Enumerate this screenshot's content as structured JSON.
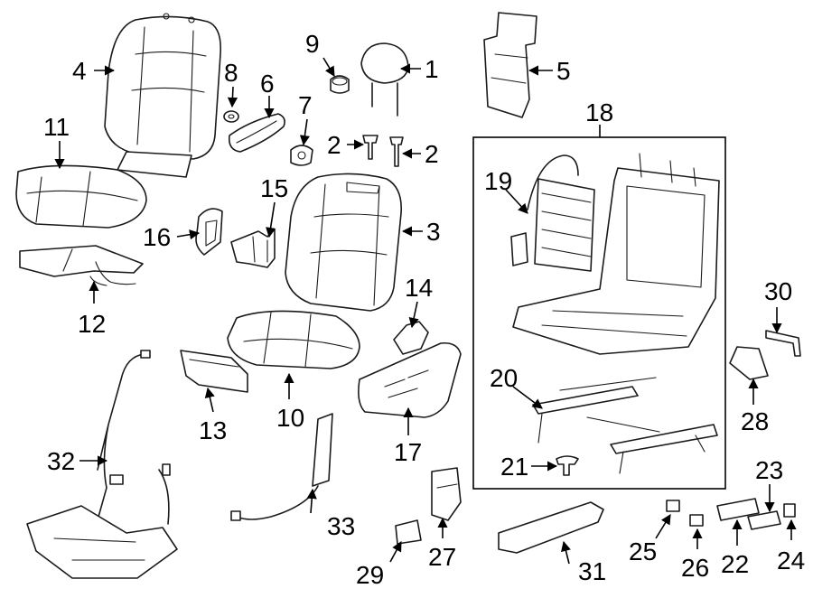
{
  "diagram": {
    "callouts": [
      "1",
      "2",
      "2",
      "3",
      "4",
      "5",
      "6",
      "7",
      "8",
      "9",
      "10",
      "11",
      "12",
      "13",
      "14",
      "15",
      "16",
      "17",
      "18",
      "19",
      "20",
      "21",
      "22",
      "23",
      "24",
      "25",
      "26",
      "27",
      "28",
      "29",
      "30",
      "31",
      "32",
      "33"
    ],
    "colors": {
      "line": "#1a1a1a",
      "background": "#ffffff"
    }
  }
}
